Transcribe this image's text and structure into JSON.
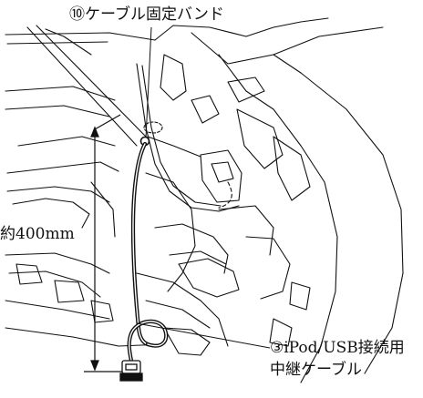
{
  "labels": {
    "cable_band": "⑩ケーブル固定バンド",
    "distance": "約400mm",
    "ipod_cable_line1": "③iPod/USB接続用",
    "ipod_cable_line2": "中継ケーブル"
  }
}
